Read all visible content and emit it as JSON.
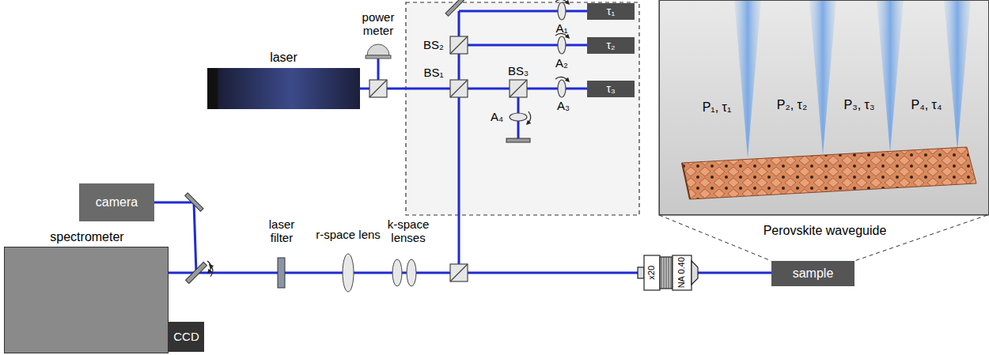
{
  "diagram": {
    "nodes": [
      {
        "text": [
          "laser"
        ]
      },
      {
        "text": [
          "τ₁"
        ]
      },
      {
        "text": [
          "τ₂"
        ]
      },
      {
        "text": [
          "τ₃"
        ]
      },
      {
        "text": [
          "P₁, τ₁",
          "P₂, τ₂",
          "P₃, τ₃",
          "P₄, τ₄",
          "Perovskite waveguide"
        ]
      },
      {
        "text": [
          "camera"
        ]
      },
      {
        "text": [
          "spectrometer"
        ]
      },
      {
        "text": [
          "CCD"
        ]
      },
      {
        "text": [
          "sample"
        ]
      }
    ],
    "labels": [
      "power meter",
      "BS₂",
      "BS₁",
      "BS₃",
      "A₁",
      "A₂",
      "A₃",
      "A₄",
      "laser filter",
      "r-space lens",
      "k-space lenses",
      "x20",
      "NA 0.40"
    ]
  }
}
